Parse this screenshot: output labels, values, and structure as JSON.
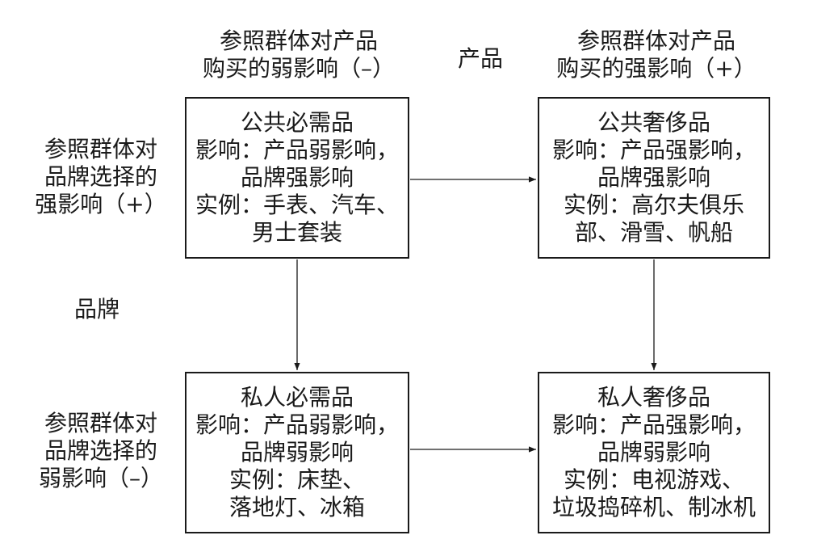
{
  "header": {
    "weak_product": "参照群体对产品\n购买的弱影响（–）",
    "product": "产品",
    "strong_product": "参照群体对产品\n购买的强影响（+）"
  },
  "side": {
    "strong_brand": "参照群体对\n品牌选择的\n强影响（+）",
    "brand": "品牌",
    "weak_brand": "参照群体对\n品牌选择的\n弱影响（–）"
  },
  "boxes": {
    "public_necessity": "公共必需品\n影响：产品弱影响，\n品牌强影响\n实例：手表、汽车、\n男士套装",
    "public_luxury": "公共奢侈品\n影响：产品强影响，\n品牌强影响\n实例：高尔夫俱乐\n部、滑雪、帆船",
    "private_necessity": "私人必需品\n影响：产品弱影响，\n品牌弱影响\n实例：床垫、\n落地灯、冰箱",
    "private_luxury": "私人奢侈品\n影响：产品强影响，\n品牌弱影响\n实例：电视游戏、\n垃圾捣碎机、制冰机"
  }
}
